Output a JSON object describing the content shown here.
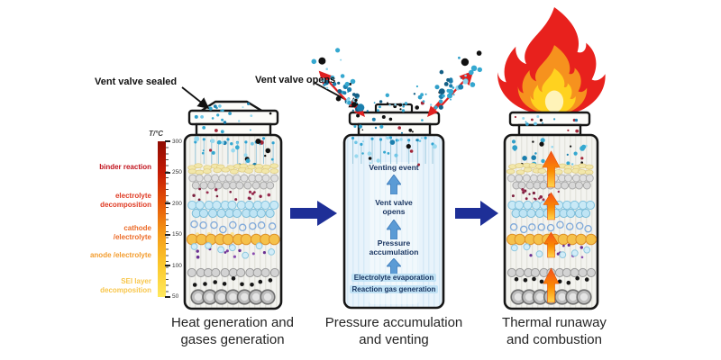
{
  "figure": {
    "temperature_scale": {
      "title": "T/°C",
      "ticks": [
        "300",
        "250",
        "200",
        "150",
        "100",
        "50"
      ],
      "reactions": [
        {
          "label": "binder reaction",
          "color": "#c1121c"
        },
        {
          "label": "electrolyte decomposition",
          "color": "#df3b24"
        },
        {
          "label": "cathode /electrolyte",
          "color": "#ec6b28"
        },
        {
          "label": "anode /electrolyte",
          "color": "#f39c2d"
        },
        {
          "label": "SEI layer decomposition",
          "color": "#f8c64a"
        }
      ]
    },
    "stages": [
      {
        "annotation": "Vent valve sealed",
        "caption": [
          "Heat generation and",
          "gases generation"
        ]
      },
      {
        "annotation": "Vent valve opens",
        "caption": [
          "Pressure accumulation",
          "and venting"
        ],
        "process_steps": [
          "Venting event",
          "Vent valve opens",
          "Pressure accumulation"
        ],
        "bottom_processes": [
          "Electrolyte evaporation",
          "Reaction gas generation"
        ]
      },
      {
        "caption": [
          "Thermal runaway",
          "and combustion"
        ]
      }
    ]
  },
  "colors": {
    "stage_arrow": "#1e2f97",
    "process_arrow": "#5b9bd5",
    "process_arrow_stroke": "#3a78b8",
    "vent_arrow_red": "#e02020",
    "annotation_black": "#111111",
    "flame_outer": "#e8211d",
    "flame_mid": "#f6921e",
    "flame_inner": "#ffd21f",
    "flame_core": "#fff3b8",
    "gas_dot_blue": "#35a8d0",
    "scale_gradient": [
      "#8f0b02",
      "#c41a04",
      "#e65607",
      "#f59d18",
      "#fcc92c",
      "#ffe95e"
    ]
  }
}
